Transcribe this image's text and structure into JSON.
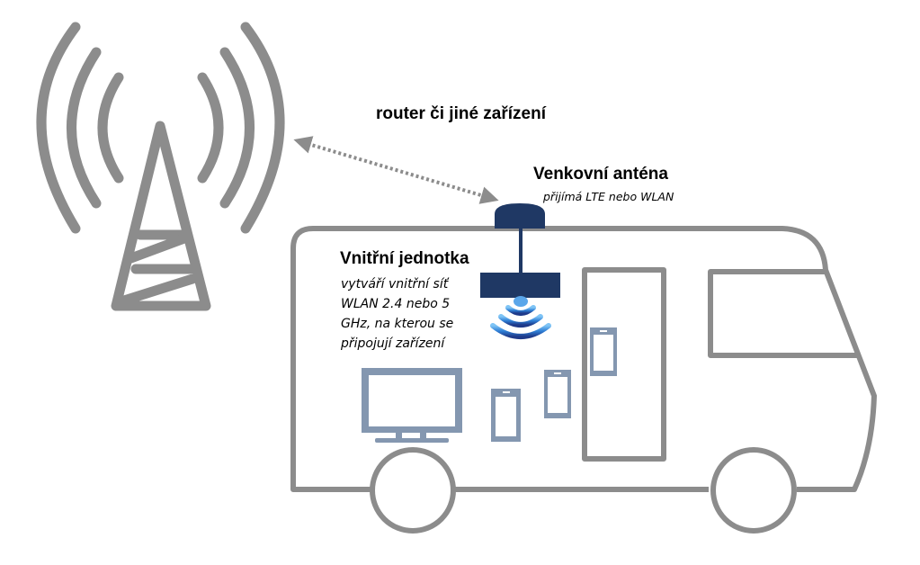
{
  "labels": {
    "router": "router či jiné zařízení",
    "outdoor_antenna": {
      "title": "Venkovní anténa",
      "description": "přijímá LTE nebo WLAN"
    },
    "indoor_unit": {
      "title": "Vnitřní jednotka",
      "description_lines": [
        "vytváří vnitřní síť",
        "WLAN 2.4 nebo 5",
        "GHz, na kterou se",
        "připojují zařízení"
      ]
    }
  },
  "icons": {
    "tower": "cell-tower-icon",
    "van": "camper-van-icon",
    "antenna": "outdoor-antenna-icon",
    "indoor_unit": "indoor-unit-icon",
    "wifi": "wifi-waves-icon",
    "tv": "tv-icon",
    "phones": [
      "phone-icon",
      "phone-icon",
      "phone-icon"
    ],
    "link": "bidirectional-dotted-arrow"
  },
  "colors": {
    "outline_gray": "#8c8c8c",
    "navy": "#1f3864",
    "device_blue": "#8497b0",
    "wifi_blue": "#2e75d6",
    "text": "#000000"
  }
}
